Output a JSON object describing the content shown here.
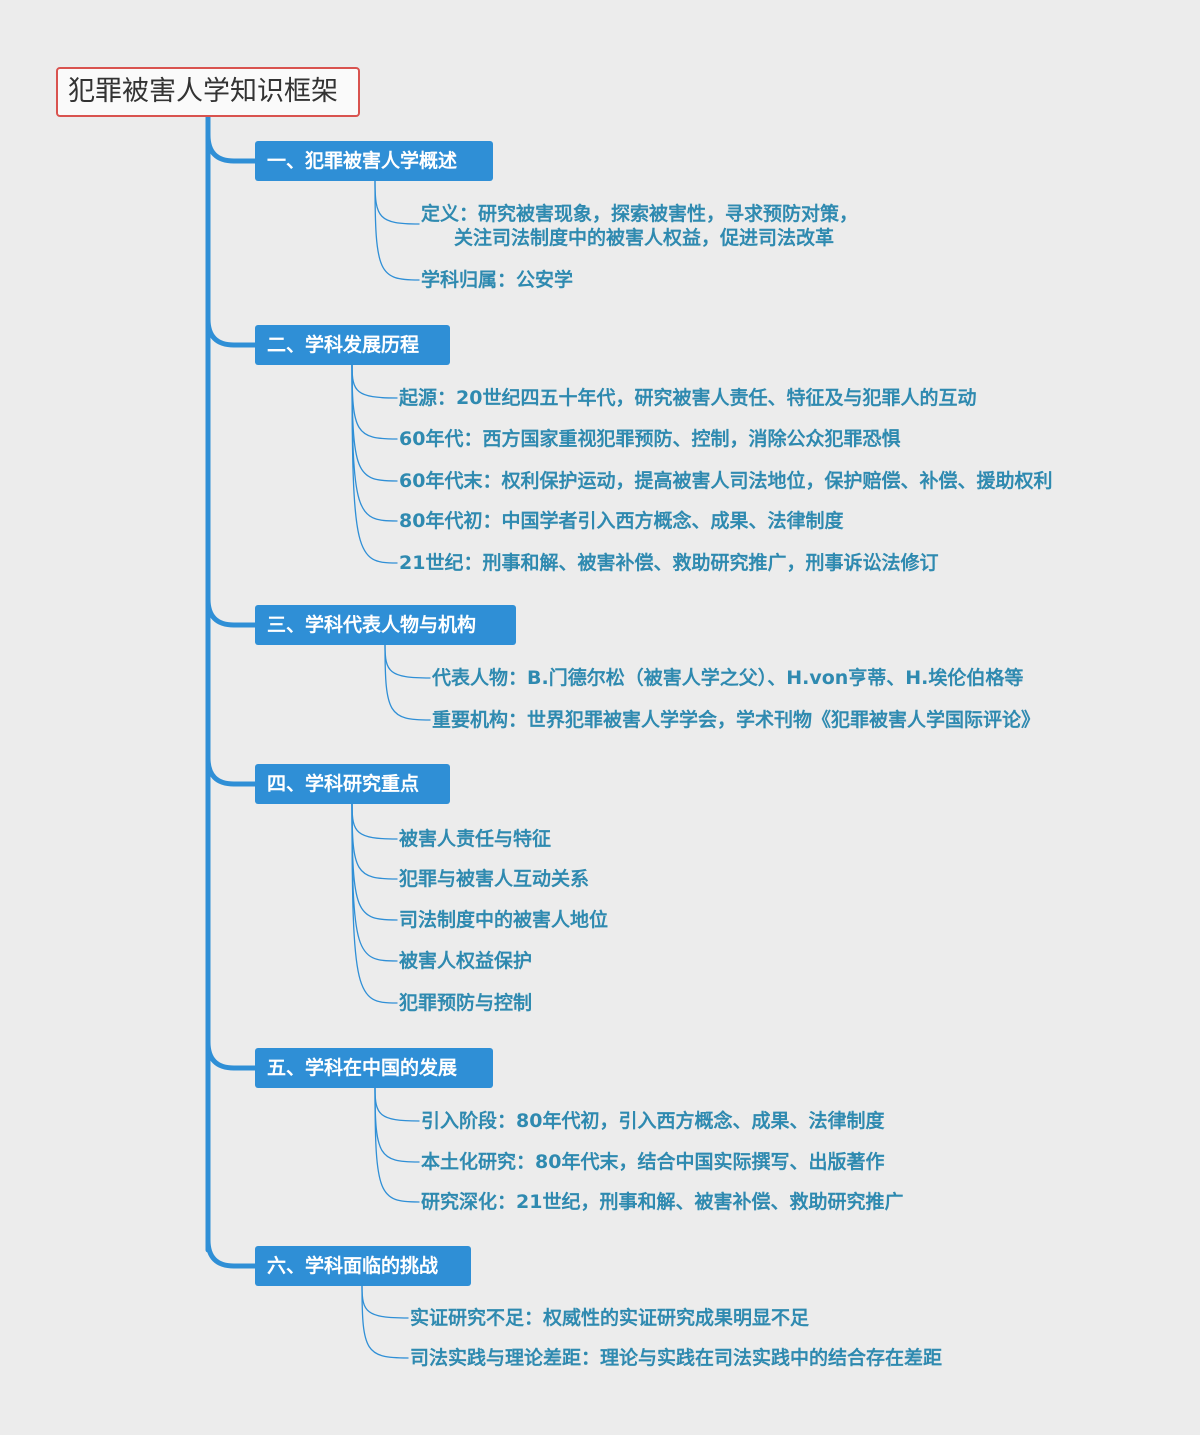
{
  "root": {
    "title": "犯罪被害人学知识框架"
  },
  "sections": [
    {
      "title": "一、犯罪被害人学概述",
      "items": [
        {
          "line1": "定义：研究被害现象，探索被害性，寻求预防对策，",
          "line2": "关注司法制度中的被害人权益，促进司法改革"
        },
        {
          "line1": "学科归属：公安学"
        }
      ]
    },
    {
      "title": "二、学科发展历程",
      "items": [
        {
          "line1": "起源：20世纪四五十年代，研究被害人责任、特征及与犯罪人的互动"
        },
        {
          "line1": "60年代：西方国家重视犯罪预防、控制，消除公众犯罪恐惧"
        },
        {
          "line1": "60年代末：权利保护运动，提高被害人司法地位，保护赔偿、补偿、援助权利"
        },
        {
          "line1": "80年代初：中国学者引入西方概念、成果、法律制度"
        },
        {
          "line1": "21世纪：刑事和解、被害补偿、救助研究推广，刑事诉讼法修订"
        }
      ]
    },
    {
      "title": "三、学科代表人物与机构",
      "items": [
        {
          "line1": "代表人物：B.门德尔松（被害人学之父）、H.von亨蒂、H.埃伦伯格等"
        },
        {
          "line1": "重要机构：世界犯罪被害人学学会，学术刊物《犯罪被害人学国际评论》"
        }
      ]
    },
    {
      "title": "四、学科研究重点",
      "items": [
        {
          "line1": "被害人责任与特征"
        },
        {
          "line1": "犯罪与被害人互动关系"
        },
        {
          "line1": "司法制度中的被害人地位"
        },
        {
          "line1": "被害人权益保护"
        },
        {
          "line1": "犯罪预防与控制"
        }
      ]
    },
    {
      "title": "五、学科在中国的发展",
      "items": [
        {
          "line1": "引入阶段：80年代初，引入西方概念、成果、法律制度"
        },
        {
          "line1": "本土化研究：80年代末，结合中国实际撰写、出版著作"
        },
        {
          "line1": "研究深化：21世纪，刑事和解、被害补偿、救助研究推广"
        }
      ]
    },
    {
      "title": "六、学科面临的挑战",
      "items": [
        {
          "line1": "实证研究不足：权威性的实证研究成果明显不足"
        },
        {
          "line1": "司法实践与理论差距：理论与实践在司法实践中的结合存在差距"
        }
      ]
    }
  ],
  "colors": {
    "trunk": "#2f8fd6",
    "section_bg": "#2f8fd6",
    "leaf_text": "#2f8ab0",
    "root_border": "#d9534f",
    "background": "#ececec"
  }
}
